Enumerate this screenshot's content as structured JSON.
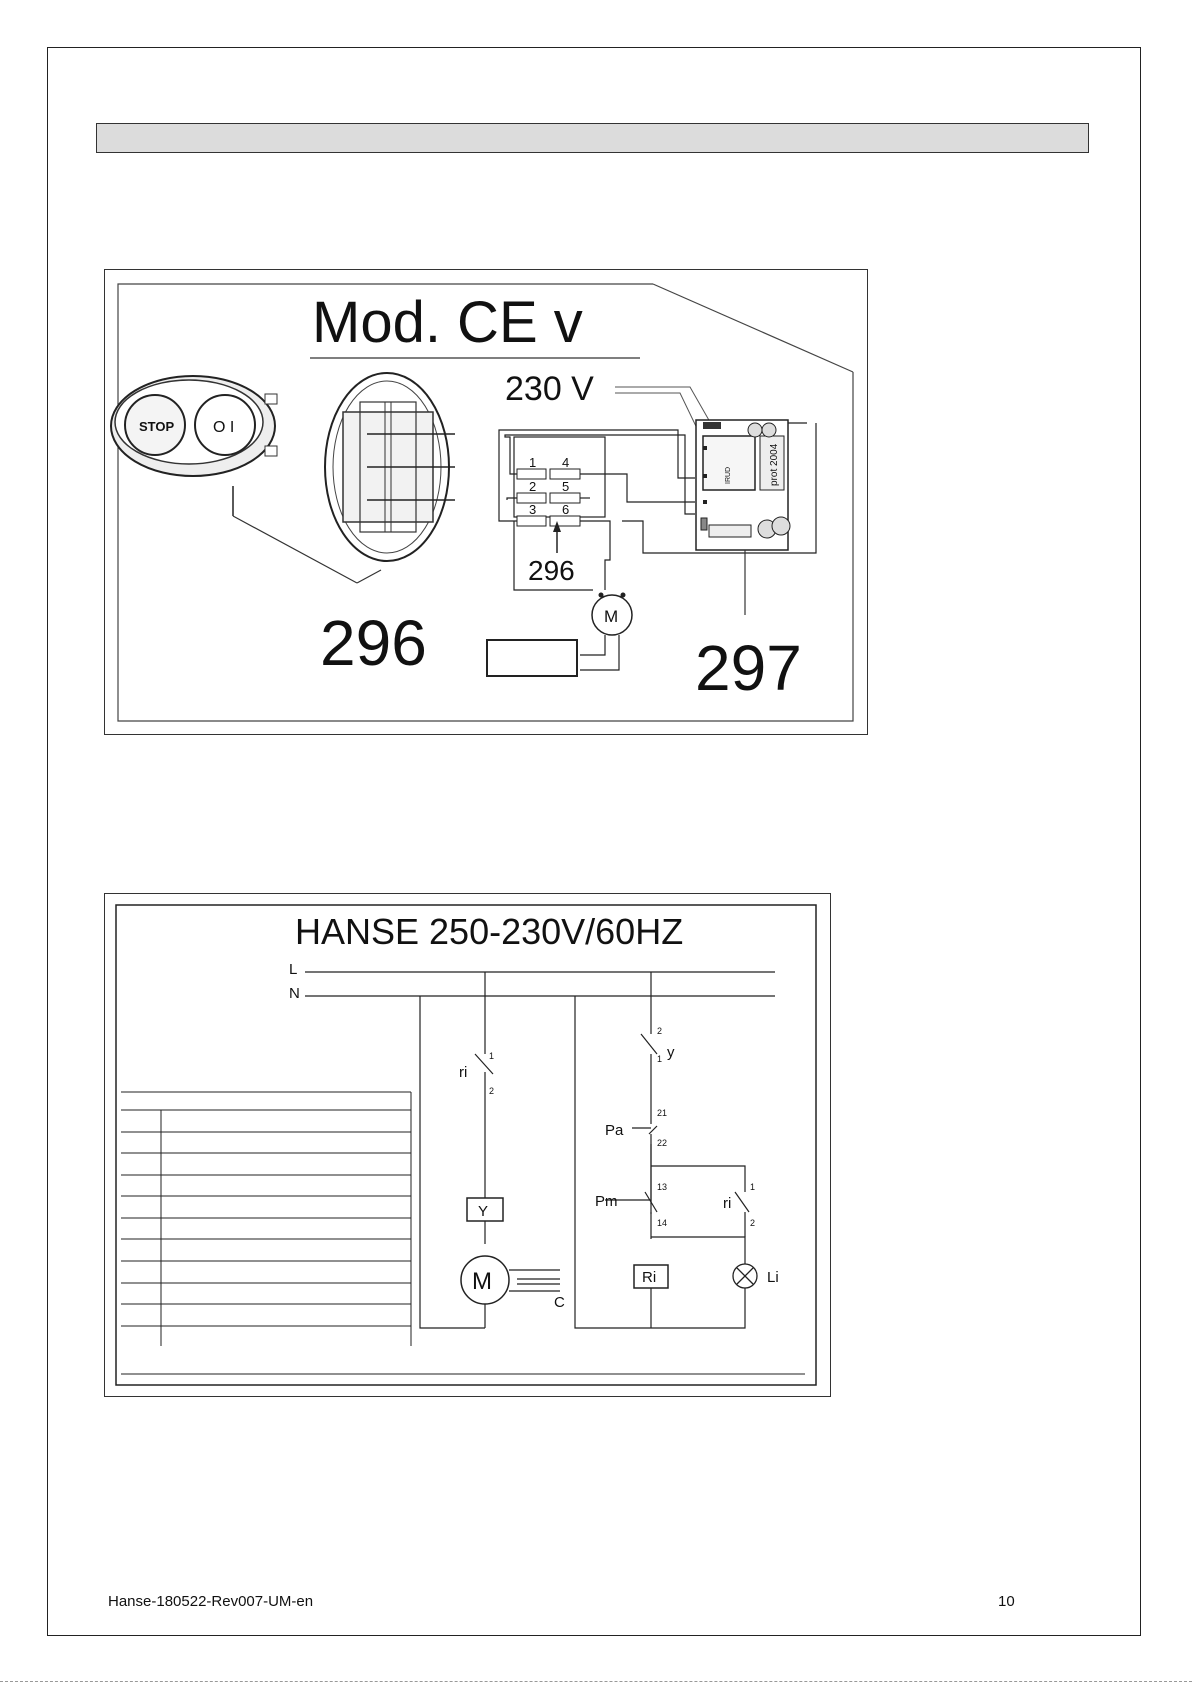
{
  "figure1": {
    "title": "Mod. CE v",
    "voltage": "230 V",
    "switch_stop": "STOP",
    "switch_on": "O I",
    "terminals": [
      "1",
      "4",
      "2",
      "5",
      "3",
      "6"
    ],
    "callout_switch": "296",
    "callout_block": "296",
    "callout_board": "297",
    "motor": "M",
    "board_text_1": "prot 2004",
    "board_text_2": "IRUD"
  },
  "figure2": {
    "title": "HANSE 250-230V/60HZ",
    "line_l": "L",
    "line_n": "N",
    "ri_left": "ri",
    "ri_left_t1": "1",
    "ri_left_t2": "2",
    "coil_y": "Y",
    "motor": "M",
    "capacitor": "C",
    "y_label": "y",
    "y_t2": "2",
    "y_t1": "1",
    "pa_label": "Pa",
    "pa_t21": "21",
    "pa_t22": "22",
    "pm_label": "Pm",
    "pm_t13": "13",
    "pm_t14": "14",
    "ri_right": "ri",
    "ri_right_t1": "1",
    "ri_right_t2": "2",
    "relay_ri": "Ri",
    "lamp_li": "Li"
  },
  "footer": {
    "document_id": "Hanse-180522-Rev007-UM-en",
    "page_number": "10"
  }
}
